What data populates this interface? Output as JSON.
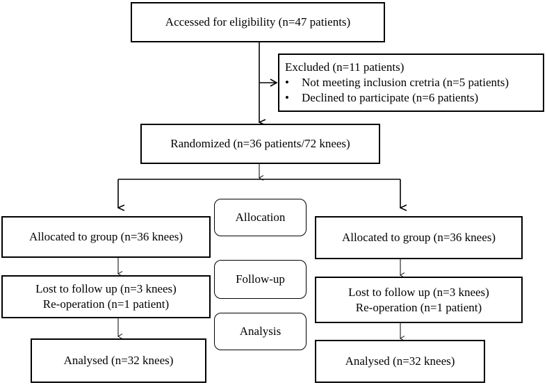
{
  "boxes": {
    "eligibility": "Accessed for eligibility (n=47 patients)",
    "excluded": {
      "title": "Excluded (n=11 patients)",
      "items": [
        "Not meeting inclusion cretria (n=5 patients)",
        "Declined to participate (n=6 patients)"
      ]
    },
    "randomized": "Randomized (n=36 patients/72 knees)",
    "left": {
      "allocated": "Allocated to group (n=36 knees)",
      "lost": "Lost to follow up (n=3 knees)",
      "reoperation": "Re-operation (n=1 patient)",
      "analysed": "Analysed (n=32 knees)"
    },
    "right": {
      "allocated": "Allocated to group (n=36 knees)",
      "lost": "Lost to follow up (n=3 knees)",
      "reoperation": "Re-operation (n=1 patient)",
      "analysed": "Analysed (n=32 knees)"
    }
  },
  "stages": [
    "Allocation",
    "Follow-up",
    "Analysis"
  ],
  "bullet_char": "•"
}
